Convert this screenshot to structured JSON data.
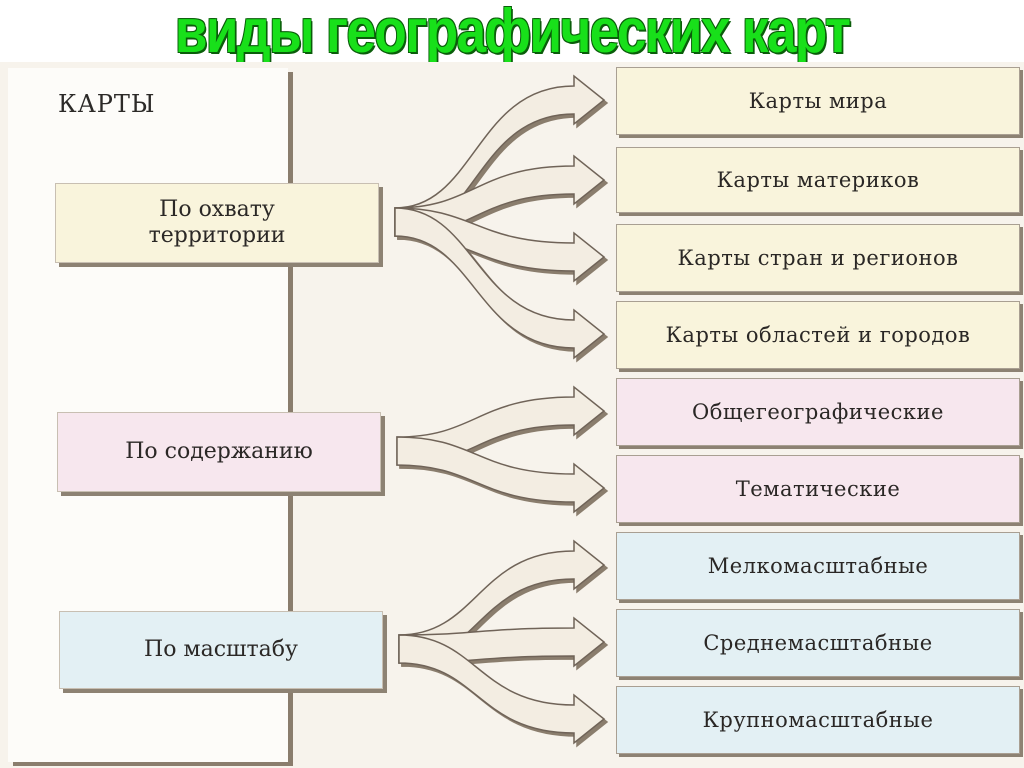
{
  "title": "виды географических карт",
  "root": "КАРТЫ",
  "categories": [
    {
      "label": "По охвату территории"
    },
    {
      "label": "По содержанию"
    },
    {
      "label": "По масштабу"
    }
  ],
  "leaves": [
    {
      "label": "Карты мира"
    },
    {
      "label": "Карты материков"
    },
    {
      "label": "Карты стран и регионов"
    },
    {
      "label": "Карты областей и городов"
    },
    {
      "label": "Общегеографические"
    },
    {
      "label": "Тематические"
    },
    {
      "label": "Мелкомасштабные"
    },
    {
      "label": "Среднемасштабные"
    },
    {
      "label": "Крупномасштабные"
    }
  ],
  "colors": {
    "title_green": "#18e01a",
    "territory_fill": "#f9f4dc",
    "content_fill": "#f7e7ee",
    "scale_fill": "#e3f0f4",
    "arrow_fill": "#f3ede2",
    "arrow_shadow": "#8a7d6d"
  }
}
